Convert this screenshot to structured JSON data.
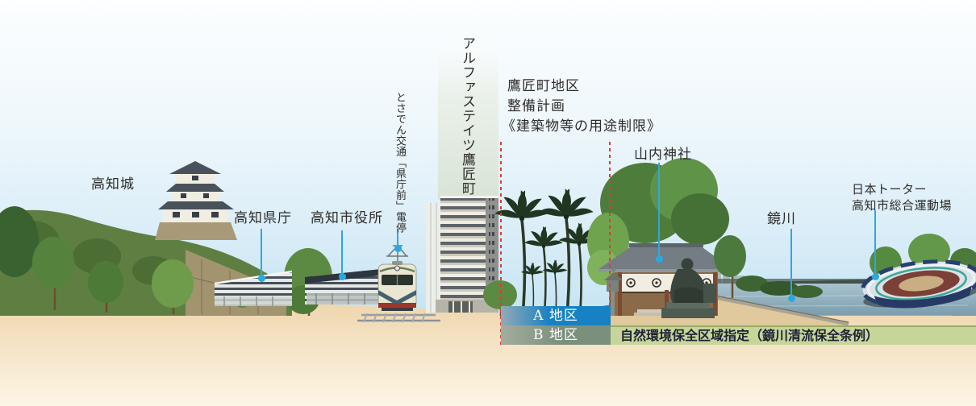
{
  "labels": {
    "castle": "高知城",
    "prefectural_office": "高知県庁",
    "city_hall": "高知市役所",
    "tram_stop": "とさでん交通「県庁前」電停",
    "tower_name": "アルファステイツ鷹匠町",
    "district_plan": [
      "鷹匠町地区",
      "整備計画",
      "《建築物等の用途制限》"
    ],
    "shrine": "山内神社",
    "river": "鏡川",
    "sports_ground": [
      "日本トーター",
      "高知市総合運動場"
    ],
    "district_a": "A 地区",
    "district_b": "B 地区",
    "preservation": "自然環境保全区域指定（鏡川清流保全条例）"
  },
  "colors": {
    "leader_line": "#2aa9e0",
    "boundary_dash": "#dd3c38",
    "district_a": "#1781c3",
    "district_a_fade": "#93aab6",
    "district_b": "#7b907c",
    "district_b_fade": "#a3ad9e",
    "preservation_bg": "#c6d69b",
    "preservation_border": "#98ad62",
    "preservation_text": "#1f1f33",
    "label_text": "#2e2c2a"
  }
}
